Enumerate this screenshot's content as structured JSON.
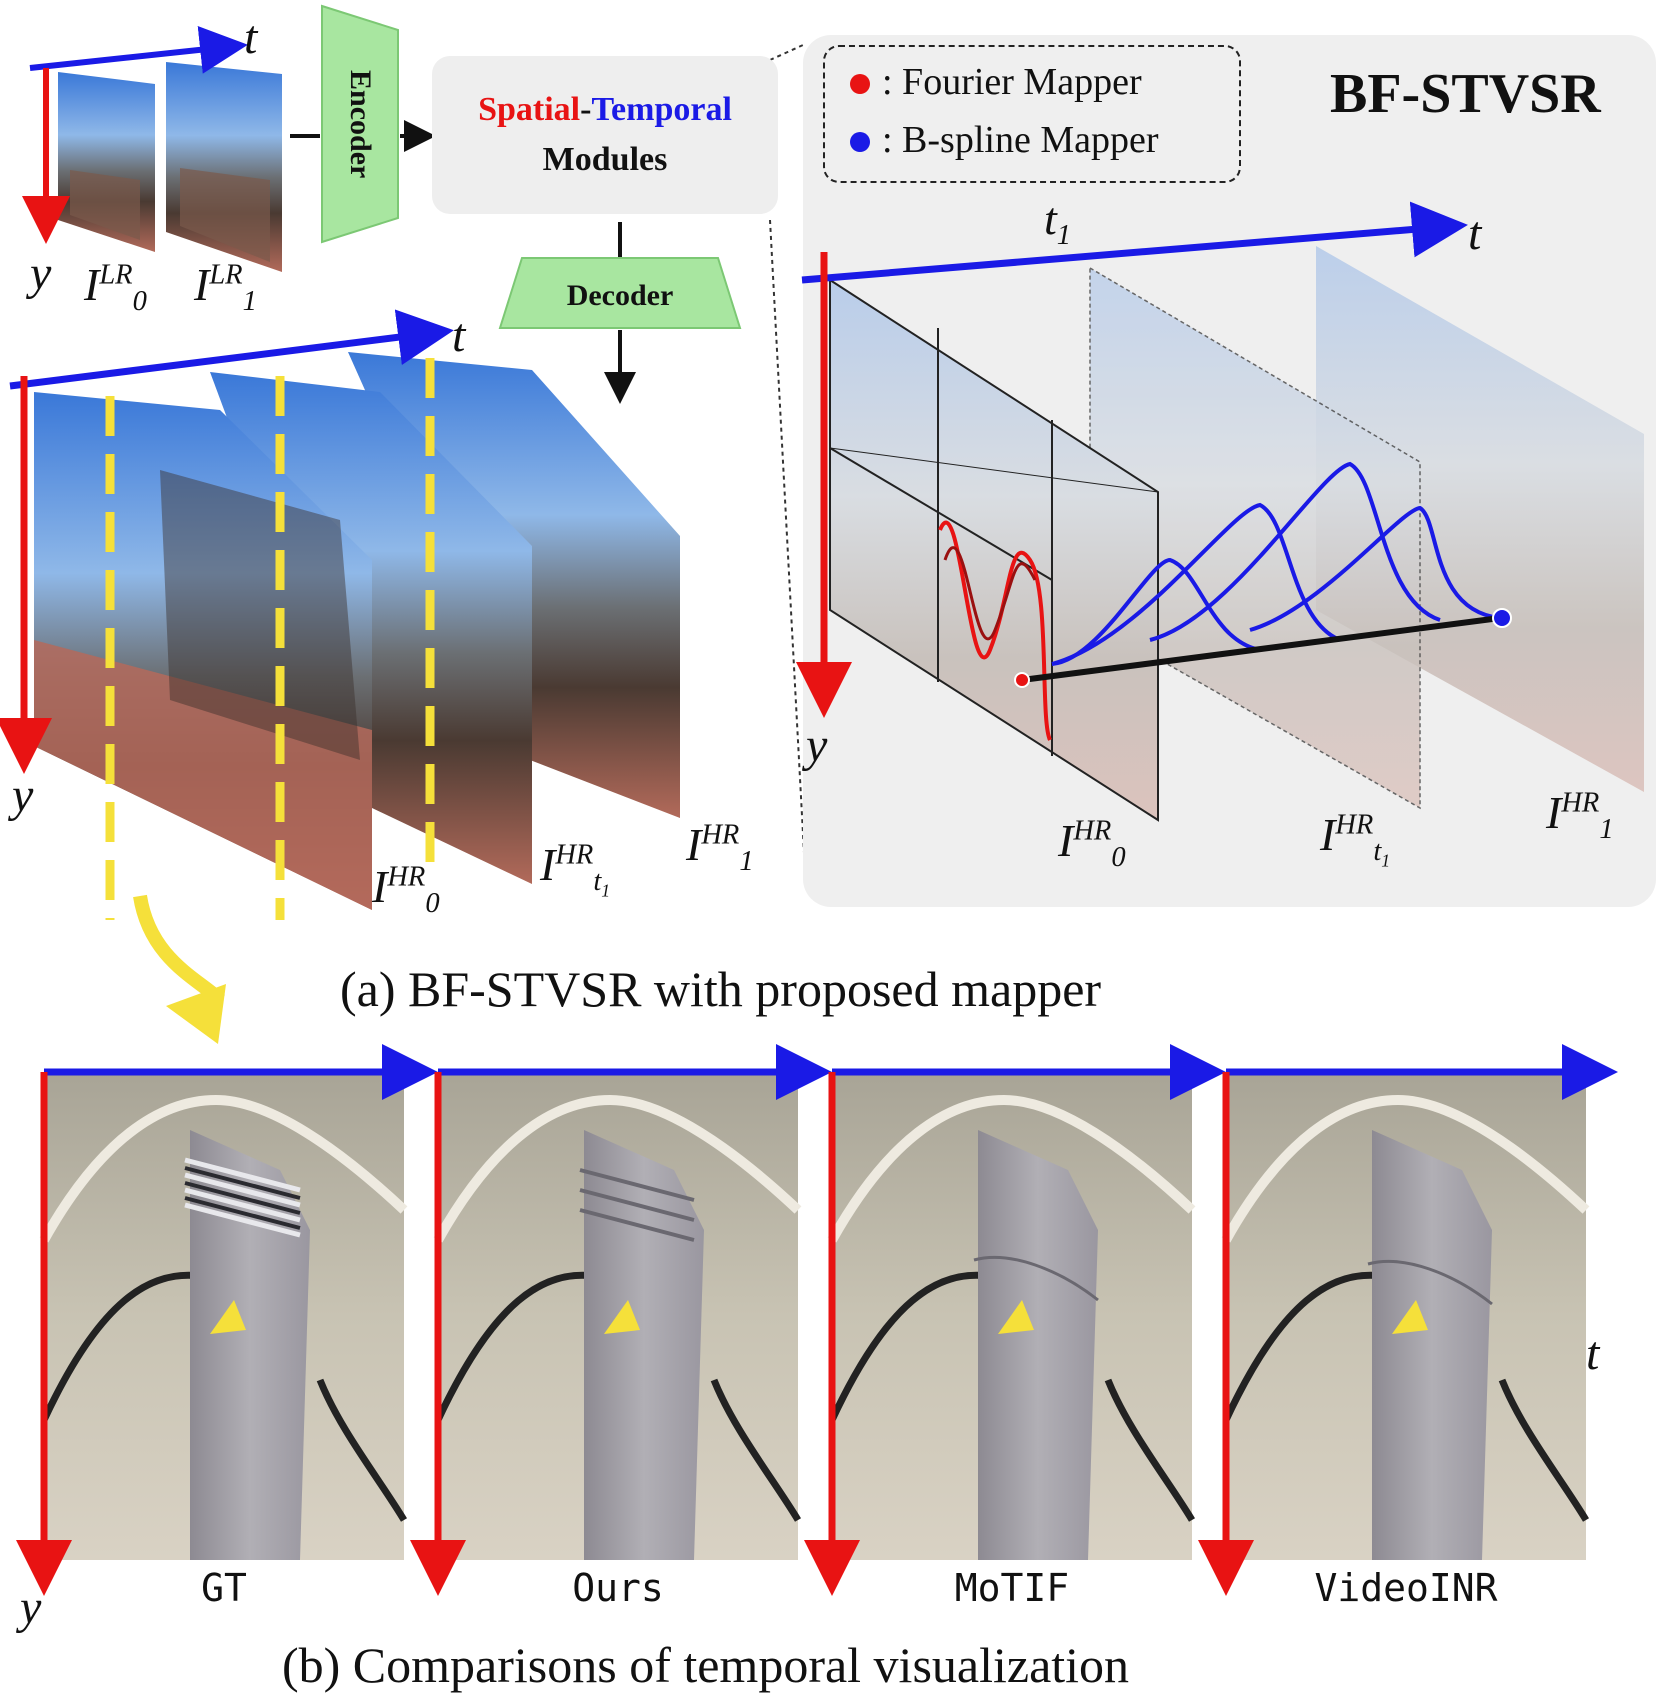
{
  "blocks": {
    "encoder": "Encoder",
    "modules_spatial": "Spatial",
    "modules_dash": "-",
    "modules_temporal": "Temporal",
    "modules_line2": "Modules",
    "decoder": "Decoder"
  },
  "panel": {
    "title": "BF-STVSR",
    "legend_fourier": ": Fourier Mapper",
    "legend_bspline": ": B-spline Mapper"
  },
  "axes": {
    "t": "t",
    "y": "y",
    "t1_main": "t",
    "t1_sub": "1"
  },
  "frames": {
    "lr_base": "I",
    "lr_sup": "LR",
    "lr0_sub": "0",
    "lr1_sub": "1",
    "hr_base": "I",
    "hr_sup": "HR",
    "hr0_sub": "0",
    "hrt1_sub": "t",
    "hrt1_subsub": "1",
    "hr1_sub": "1"
  },
  "captions": {
    "a": "(a) BF-STVSR with proposed mapper",
    "b": "(b) Comparisons of temporal visualization"
  },
  "comparison_labels": [
    "GT",
    "Ours",
    "MoTIF",
    "VideoINR"
  ],
  "colors": {
    "axis_time": "#1a1ae6",
    "axis_space": "#e81313",
    "block_green": "#a8e6a0",
    "panel_bg": "#efefef",
    "marker_yellow": "#f5e03a",
    "fourier_dot": "#e81313",
    "bspline_dot": "#1a1ae6"
  }
}
